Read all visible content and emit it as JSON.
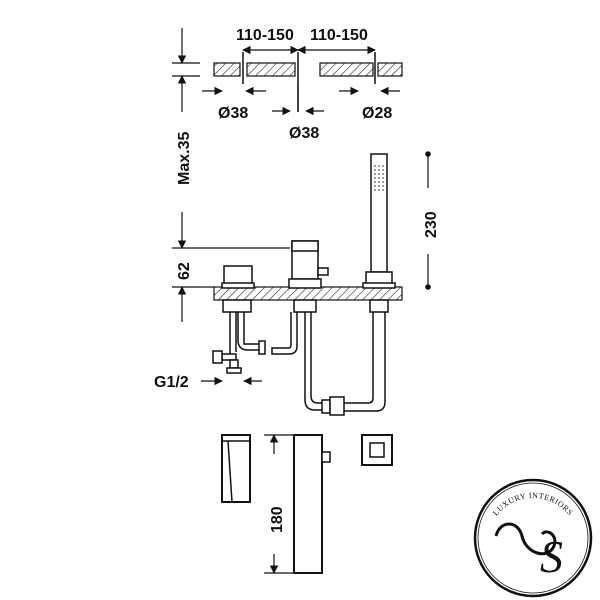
{
  "dimensions": {
    "spacing_left": "110-150",
    "spacing_right": "110-150",
    "dia_left": "Ø38",
    "dia_center": "Ø38",
    "dia_right": "Ø28",
    "max_thickness": "Max.35",
    "height_230": "230",
    "height_62": "62",
    "thread": "G1/2",
    "height_180": "180"
  },
  "logo": {
    "text": "LUXURY INTERIORS",
    "monogram": "S"
  }
}
